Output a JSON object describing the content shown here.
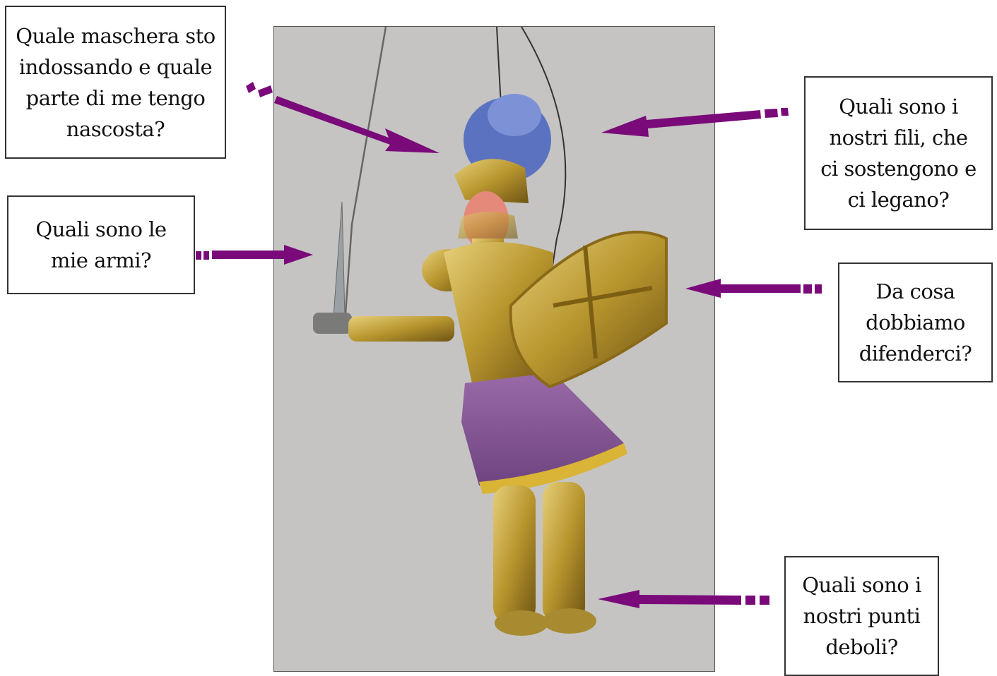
{
  "questions": {
    "mask": "Quale maschera sto\nindossando e quale\nparte di me tengo\nnascosta?",
    "weapons": "Quali sono le\nmie armi?",
    "strings": "Quali sono i\nnostri fili, che\nci sostengono e\nci legano?",
    "defend": "Da cosa\ndobbiamo\ndifenderci?",
    "weak": "Quali sono i\nnostri punti\ndeboli?"
  },
  "colors": {
    "arrow": "#7a0a7a",
    "background": "#c5c4c2",
    "gold": "#b8962e",
    "skirt": "#8a5a9a",
    "plume": "#5a72c0"
  },
  "image": {
    "subject": "puppet-knight-marionette"
  }
}
